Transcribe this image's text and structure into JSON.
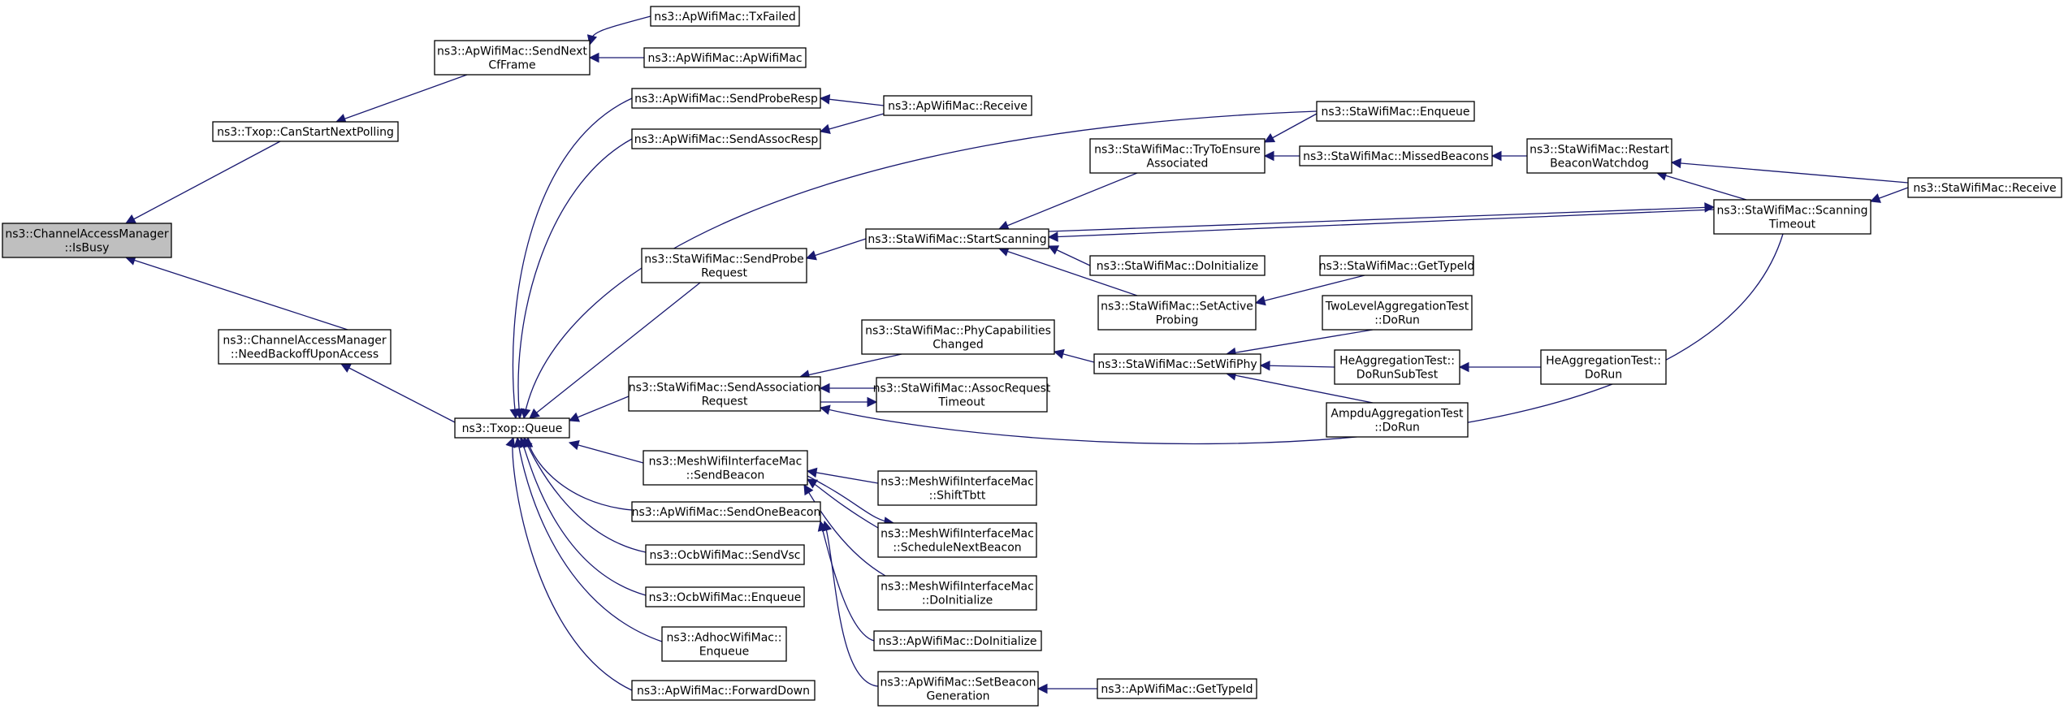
{
  "colors": {
    "edge": "#191970",
    "root_fill": "#bfbfbf",
    "node_fill": "#ffffff",
    "border": "#000000"
  },
  "nodes": {
    "cam_isbusy": [
      "ns3::ChannelAccessManager",
      "::IsBusy"
    ],
    "txop_cansnp": [
      "ns3::Txop::CanStartNextPolling"
    ],
    "cam_nbua": [
      "ns3::ChannelAccessManager",
      "::NeedBackoffUponAccess"
    ],
    "ap_sendnextcf": [
      "ns3::ApWifiMac::SendNext",
      "CfFrame"
    ],
    "ap_txfailed": [
      "ns3::ApWifiMac::TxFailed"
    ],
    "ap_apwifimac": [
      "ns3::ApWifiMac::ApWifiMac"
    ],
    "txop_queue": [
      "ns3::Txop::Queue"
    ],
    "ap_sendproberesp": [
      "ns3::ApWifiMac::SendProbeResp"
    ],
    "ap_sendassocresp": [
      "ns3::ApWifiMac::SendAssocResp"
    ],
    "ap_receive": [
      "ns3::ApWifiMac::Receive"
    ],
    "sta_enqueue": [
      "ns3::StaWifiMac::Enqueue"
    ],
    "sta_sendprobereq": [
      "ns3::StaWifiMac::SendProbe",
      "Request"
    ],
    "sta_sendassocreq": [
      "ns3::StaWifiMac::SendAssociation",
      "Request"
    ],
    "mesh_sendbeacon": [
      "ns3::MeshWifiInterfaceMac",
      "::SendBeacon"
    ],
    "ap_sendonebeacon": [
      "ns3::ApWifiMac::SendOneBeacon"
    ],
    "ocb_sendvsc": [
      "ns3::OcbWifiMac::SendVsc"
    ],
    "ocb_enqueue": [
      "ns3::OcbWifiMac::Enqueue"
    ],
    "adhoc_enqueue": [
      "ns3::AdhocWifiMac::",
      "Enqueue"
    ],
    "ap_forwarddown": [
      "ns3::ApWifiMac::ForwardDown"
    ],
    "sta_startscanning": [
      "ns3::StaWifiMac::StartScanning"
    ],
    "sta_trytoensure": [
      "ns3::StaWifiMac::TryToEnsure",
      "Associated"
    ],
    "sta_missedbeacons": [
      "ns3::StaWifiMac::MissedBeacons"
    ],
    "sta_restartbw": [
      "ns3::StaWifiMac::Restart",
      "BeaconWatchdog"
    ],
    "sta_scantimeout": [
      "ns3::StaWifiMac::Scanning",
      "Timeout"
    ],
    "sta_receive": [
      "ns3::StaWifiMac::Receive"
    ],
    "sta_doinit": [
      "ns3::StaWifiMac::DoInitialize"
    ],
    "sta_setactiveprobing": [
      "ns3::StaWifiMac::SetActive",
      "Probing"
    ],
    "sta_gettypeid": [
      "ns3::StaWifiMac::GetTypeId"
    ],
    "sta_phycap": [
      "ns3::StaWifiMac::PhyCapabilities",
      "Changed"
    ],
    "sta_assocreqtimeout": [
      "ns3::StaWifiMac::AssocRequest",
      "Timeout"
    ],
    "sta_setwifiphy": [
      "ns3::StaWifiMac::SetWifiPhy"
    ],
    "twolevel_dorun": [
      "TwoLevelAggregationTest",
      "::DoRun"
    ],
    "heagg_dorunsub": [
      "HeAggregationTest::",
      "DoRunSubTest"
    ],
    "heagg_dorun": [
      "HeAggregationTest::",
      "DoRun"
    ],
    "ampdu_dorun": [
      "AmpduAggregationTest",
      "::DoRun"
    ],
    "mesh_shifttbtt": [
      "ns3::MeshWifiInterfaceMac",
      "::ShiftTbtt"
    ],
    "mesh_schednext": [
      "ns3::MeshWifiInterfaceMac",
      "::ScheduleNextBeacon"
    ],
    "mesh_doinit": [
      "ns3::MeshWifiInterfaceMac",
      "::DoInitialize"
    ],
    "ap_doinit": [
      "ns3::ApWifiMac::DoInitialize"
    ],
    "ap_setbeacongen": [
      "ns3::ApWifiMac::SetBeacon",
      "Generation"
    ],
    "ap_gettypeid": [
      "ns3::ApWifiMac::GetTypeId"
    ]
  },
  "edges": [
    {
      "from": "txop_cansnp",
      "to": "cam_isbusy"
    },
    {
      "from": "cam_nbua",
      "to": "cam_isbusy"
    },
    {
      "from": "ap_sendnextcf",
      "to": "txop_cansnp"
    },
    {
      "from": "ap_txfailed",
      "to": "ap_sendnextcf"
    },
    {
      "from": "ap_apwifimac",
      "to": "ap_sendnextcf"
    },
    {
      "from": "txop_queue",
      "to": "cam_nbua"
    },
    {
      "from": "ap_sendproberesp",
      "to": "txop_queue"
    },
    {
      "from": "ap_sendassocresp",
      "to": "txop_queue"
    },
    {
      "from": "sta_enqueue",
      "to": "txop_queue"
    },
    {
      "from": "sta_sendprobereq",
      "to": "txop_queue"
    },
    {
      "from": "sta_sendassocreq",
      "to": "txop_queue"
    },
    {
      "from": "mesh_sendbeacon",
      "to": "txop_queue"
    },
    {
      "from": "ap_sendonebeacon",
      "to": "txop_queue"
    },
    {
      "from": "ocb_sendvsc",
      "to": "txop_queue"
    },
    {
      "from": "ocb_enqueue",
      "to": "txop_queue"
    },
    {
      "from": "adhoc_enqueue",
      "to": "txop_queue"
    },
    {
      "from": "ap_forwarddown",
      "to": "txop_queue"
    },
    {
      "from": "ap_receive",
      "to": "ap_sendproberesp"
    },
    {
      "from": "ap_receive",
      "to": "ap_sendassocresp"
    },
    {
      "from": "sta_startscanning",
      "to": "sta_sendprobereq"
    },
    {
      "from": "sta_trytoensure",
      "to": "sta_startscanning"
    },
    {
      "from": "sta_scantimeout",
      "to": "sta_startscanning"
    },
    {
      "from": "sta_doinit",
      "to": "sta_startscanning"
    },
    {
      "from": "sta_setactiveprobing",
      "to": "sta_startscanning"
    },
    {
      "from": "sta_enqueue",
      "to": "sta_trytoensure"
    },
    {
      "from": "sta_missedbeacons",
      "to": "sta_trytoensure"
    },
    {
      "from": "sta_restartbw",
      "to": "sta_missedbeacons"
    },
    {
      "from": "sta_receive",
      "to": "sta_restartbw"
    },
    {
      "from": "sta_scantimeout",
      "to": "sta_restartbw"
    },
    {
      "from": "sta_receive",
      "to": "sta_scantimeout"
    },
    {
      "from": "sta_startscanning",
      "to": "sta_scantimeout"
    },
    {
      "from": "sta_gettypeid",
      "to": "sta_setactiveprobing"
    },
    {
      "from": "sta_phycap",
      "to": "sta_sendassocreq"
    },
    {
      "from": "sta_assocreqtimeout",
      "to": "sta_sendassocreq"
    },
    {
      "from": "sta_scantimeout",
      "to": "sta_sendassocreq"
    },
    {
      "from": "sta_sendassocreq",
      "to": "sta_assocreqtimeout"
    },
    {
      "from": "sta_setwifiphy",
      "to": "sta_phycap"
    },
    {
      "from": "twolevel_dorun",
      "to": "sta_setwifiphy"
    },
    {
      "from": "heagg_dorunsub",
      "to": "sta_setwifiphy"
    },
    {
      "from": "ampdu_dorun",
      "to": "sta_setwifiphy"
    },
    {
      "from": "heagg_dorun",
      "to": "heagg_dorunsub"
    },
    {
      "from": "mesh_shifttbtt",
      "to": "mesh_sendbeacon"
    },
    {
      "from": "mesh_schednext",
      "to": "mesh_sendbeacon"
    },
    {
      "from": "mesh_doinit",
      "to": "mesh_sendbeacon"
    },
    {
      "from": "mesh_sendbeacon",
      "to": "mesh_schednext"
    },
    {
      "from": "ap_doinit",
      "to": "ap_sendonebeacon"
    },
    {
      "from": "ap_setbeacongen",
      "to": "ap_sendonebeacon"
    },
    {
      "from": "ap_gettypeid",
      "to": "ap_setbeacongen"
    }
  ]
}
